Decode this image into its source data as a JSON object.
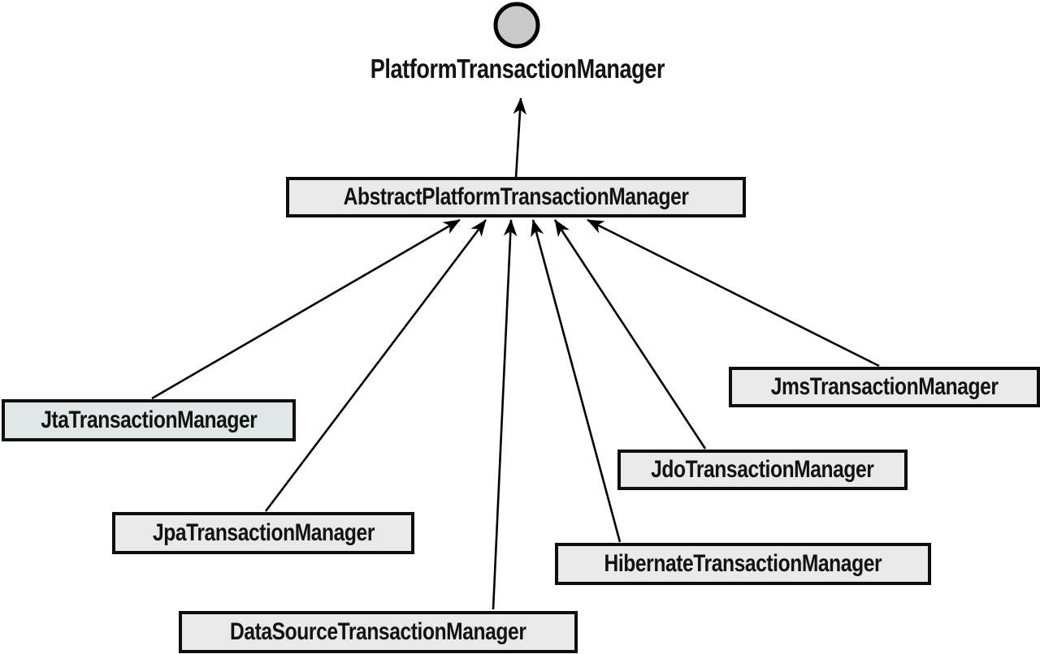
{
  "figure": {
    "background_color": "#ffffff",
    "interface_node": {
      "label": "PlatformTransactionManager",
      "symbol": "interface-lollipop-circle",
      "circle_fill": "#c9c9c9",
      "circle_stroke": "#000000"
    },
    "abstract_node": {
      "label": "AbstractPlatformTransactionManager",
      "fill": "#e9e9e9",
      "border": "#0d0d0d"
    },
    "implementation_nodes": [
      {
        "label": "JtaTransactionManager",
        "fill": "#dfe8e6"
      },
      {
        "label": "JpaTransactionManager",
        "fill": "#e9e9e9"
      },
      {
        "label": "DataSourceTransactionManager",
        "fill": "#e9e9e9"
      },
      {
        "label": "HibernateTransactionManager",
        "fill": "#e9e9e9"
      },
      {
        "label": "JdoTransactionManager",
        "fill": "#e9e9e9"
      },
      {
        "label": "JmsTransactionManager",
        "fill": "#e9e9e9"
      }
    ],
    "edges": [
      {
        "from": "AbstractPlatformTransactionManager",
        "to": "PlatformTransactionManager",
        "type": "implements",
        "arrowhead": "solid-dart"
      },
      {
        "from": "JtaTransactionManager",
        "to": "AbstractPlatformTransactionManager",
        "type": "extends",
        "arrowhead": "solid-dart"
      },
      {
        "from": "JpaTransactionManager",
        "to": "AbstractPlatformTransactionManager",
        "type": "extends",
        "arrowhead": "solid-dart"
      },
      {
        "from": "DataSourceTransactionManager",
        "to": "AbstractPlatformTransactionManager",
        "type": "extends",
        "arrowhead": "solid-dart"
      },
      {
        "from": "HibernateTransactionManager",
        "to": "AbstractPlatformTransactionManager",
        "type": "extends",
        "arrowhead": "solid-dart"
      },
      {
        "from": "JdoTransactionManager",
        "to": "AbstractPlatformTransactionManager",
        "type": "extends",
        "arrowhead": "solid-dart"
      },
      {
        "from": "JmsTransactionManager",
        "to": "AbstractPlatformTransactionManager",
        "type": "extends",
        "arrowhead": "solid-dart"
      }
    ],
    "edge_color": "#000000"
  }
}
